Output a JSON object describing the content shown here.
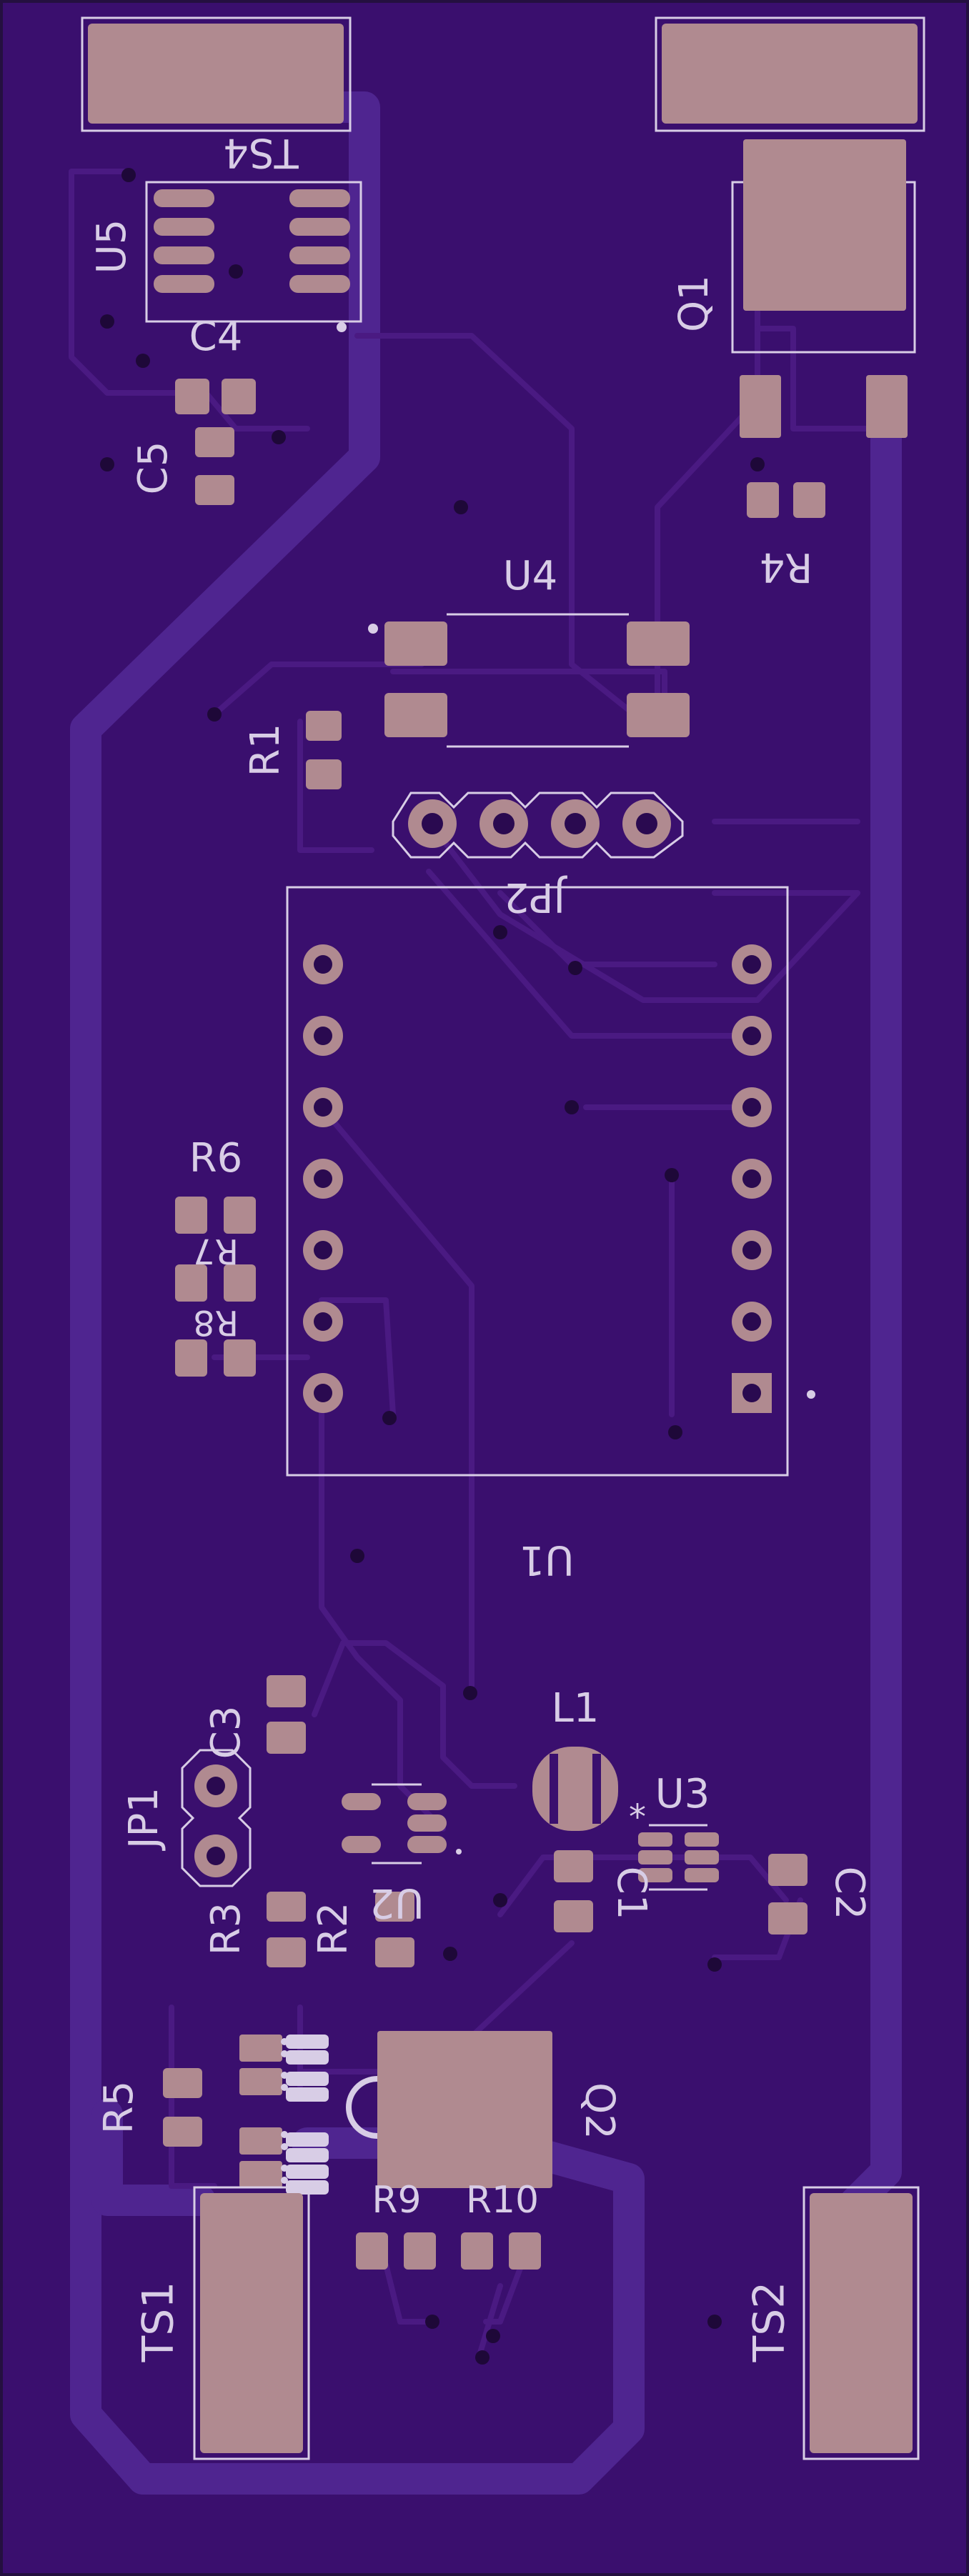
{
  "board": {
    "colors": {
      "substrate": "#3a0f6e",
      "trace": "#4a1a82",
      "thick_trace": "#4f2590",
      "pad": "#b08a90",
      "silkscreen": "#d8cde6",
      "via": "#2a0a50"
    }
  },
  "labels": {
    "ts4": "TS4",
    "u5": "U5",
    "c4": "C4",
    "c5": "C5",
    "q1": "Q1",
    "r4": "R4",
    "u4": "U4",
    "r1": "R1",
    "jp2": "JP2",
    "r6": "R6",
    "r7": "R7",
    "r8": "R8",
    "u1": "U1",
    "c3": "C3",
    "jp1": "JP1",
    "l1": "L1",
    "u3": "U3",
    "u3_marker": "*",
    "c1": "C1",
    "c2": "C2",
    "u2": "U2",
    "r3": "R3",
    "r2": "R2",
    "r5": "R5",
    "q2": "Q2",
    "r9": "R9",
    "r10": "R10",
    "ts1": "TS1",
    "ts2": "TS2"
  }
}
